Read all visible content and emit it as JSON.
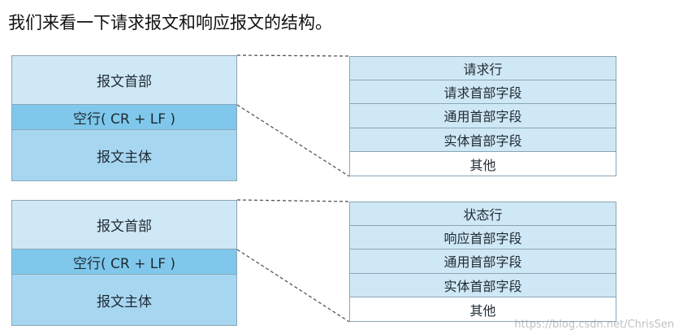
{
  "intro_text": "我们来看一下请求报文和响应报文的结构。",
  "request": {
    "left": {
      "header": "报文首部",
      "separator": "空行( CR + LF )",
      "body": "报文主体"
    },
    "rows": [
      "请求行",
      "请求首部字段",
      "通用首部字段",
      "实体首部字段",
      "其他"
    ]
  },
  "response": {
    "left": {
      "header": "报文首部",
      "separator": "空行( CR + LF )",
      "body": "报文主体"
    },
    "rows": [
      "状态行",
      "响应首部字段",
      "通用首部字段",
      "实体首部字段",
      "其他"
    ]
  },
  "watermark": "https://blog.csdn.net/ChrisSen",
  "colors": {
    "header_fill": "#cfe8f5",
    "separator_fill": "#7fc8ec",
    "body_fill": "#a7d6f1",
    "border": "#8aa6b6"
  }
}
